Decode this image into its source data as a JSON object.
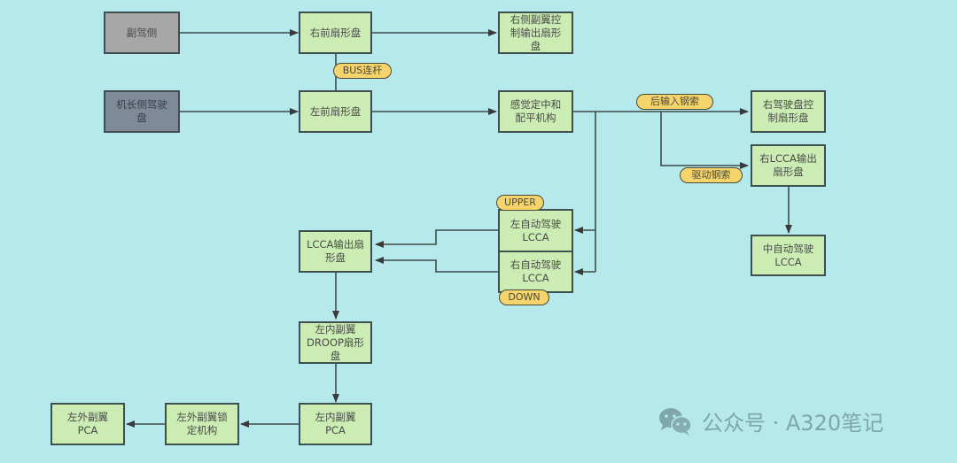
{
  "nodes": {
    "copilot_side": "副驾侧",
    "captain_wheel": "机长侧驾驶\n盘",
    "right_front_quadrant": "右前扇形盘",
    "left_front_quadrant": "左前扇形盘",
    "right_spoiler_output": "右侧副翼控\n制输出扇形\n盘",
    "feel_centering": "感觉定中和\n配平机构",
    "right_wheel_quadrant": "右驾驶盘控\n制扇形盘",
    "right_lcca_output": "右LCCA输出\n扇形盘",
    "center_ap_lcca": "中自动驾驶\nLCCA",
    "left_ap_lcca": "左自动驾驶\nLCCA",
    "right_ap_lcca": "右自动驾驶\nLCCA",
    "lcca_output": "LCCA输出扇\n形盘",
    "left_inner_droop": "左内副翼\nDROOP扇形\n盘",
    "left_inner_pca": "左内副翼\nPCA",
    "left_outer_lock": "左外副翼锁\n定机构",
    "left_outer_pca": "左外副翼\nPCA"
  },
  "tags": {
    "bus_link": "BUS连杆",
    "rear_input_cable": "后输入钢索",
    "drive_cable": "驱动钢索",
    "upper": "UPPER",
    "down": "DOWN"
  },
  "watermark": {
    "text": "公众号 · A320笔记",
    "icon": "wechat-icon"
  },
  "colors": {
    "background": "#b5e9ec",
    "node_fill": "#cbedb3",
    "tag_fill": "#f5d46b",
    "gray_node": "#a7a7a7",
    "slate_node": "#7f8a98"
  }
}
